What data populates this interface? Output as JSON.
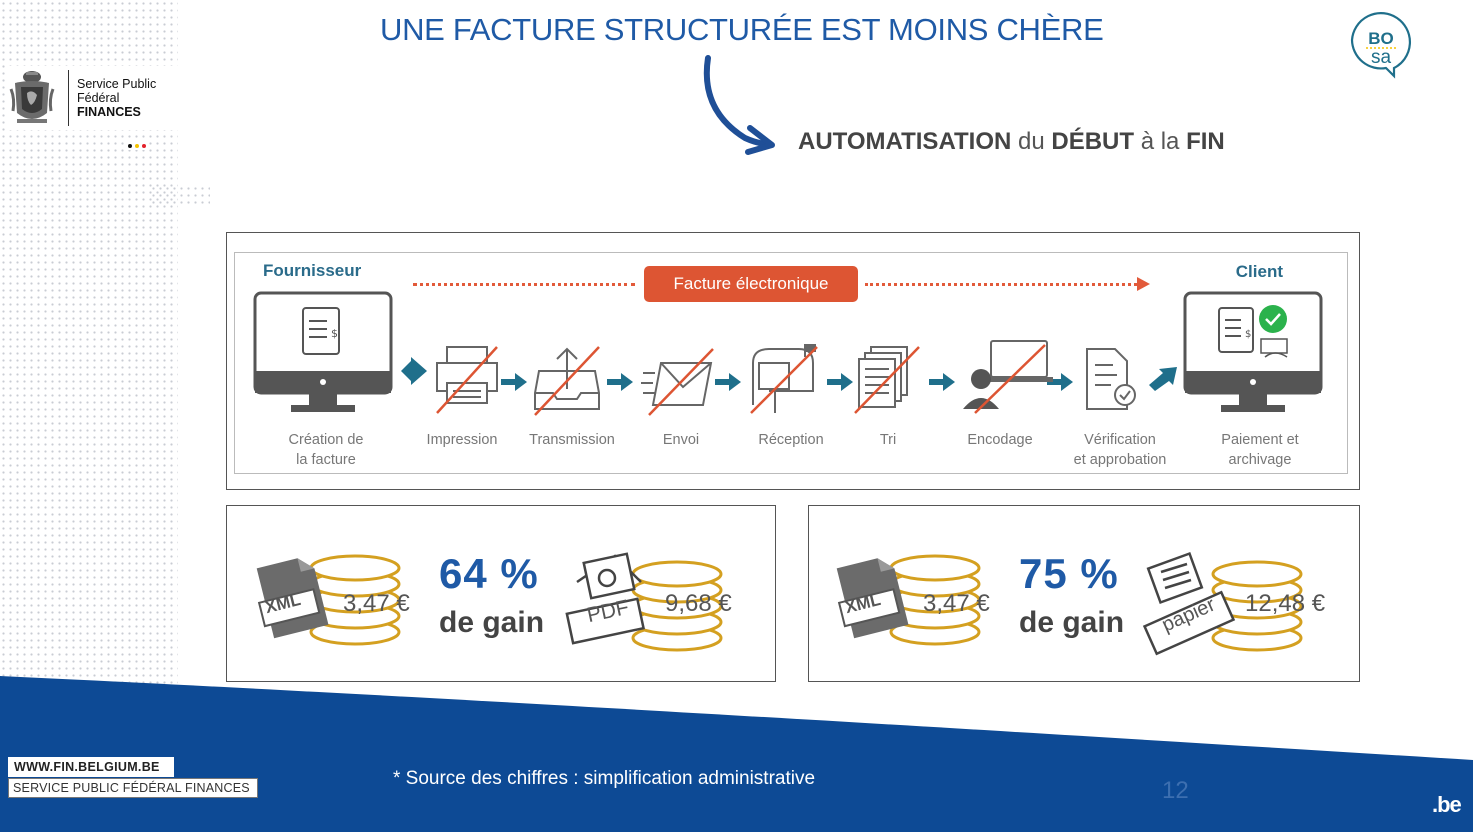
{
  "header": {
    "org_line1": "Service Public",
    "org_line2": "Fédéral",
    "org_line3": "FINANCES",
    "title": "UNE FACTURE STRUCTURÉE EST MOINS CHÈRE",
    "subtitle_parts": [
      "AUTOMATISATION",
      " du ",
      "DÉBUT",
      " à la ",
      "FIN"
    ],
    "bosa_top": "BO",
    "bosa_bottom": "sa"
  },
  "process": {
    "supplier_label": "Fournisseur",
    "client_label": "Client",
    "banner_label": "Facture électronique",
    "steps": [
      {
        "line1": "Création de",
        "line2": "la facture",
        "icon": "computer-invoice-icon"
      },
      {
        "line1": "Impression",
        "line2": "",
        "icon": "printer-crossed-icon"
      },
      {
        "line1": "Transmission",
        "line2": "",
        "icon": "outbox-crossed-icon"
      },
      {
        "line1": "Envoi",
        "line2": "",
        "icon": "envelope-crossed-icon"
      },
      {
        "line1": "Réception",
        "line2": "",
        "icon": "mailbox-crossed-icon"
      },
      {
        "line1": "Tri",
        "line2": "",
        "icon": "documents-crossed-icon"
      },
      {
        "line1": "Encodage",
        "line2": "",
        "icon": "user-computer-crossed-icon"
      },
      {
        "line1": "Vérification",
        "line2": "et approbation",
        "icon": "document-check-icon"
      },
      {
        "line1": "Paiement et",
        "line2": "archivage",
        "icon": "computer-payment-icon"
      }
    ],
    "accent_color": "#dd5533",
    "icon_color": "#555555",
    "arrow_color": "#1f6f8b"
  },
  "comparisons": [
    {
      "structured_format": "XML",
      "structured_cost": "3,47 €",
      "percent": "64 %",
      "gain_label": "de gain",
      "other_format": "PDF",
      "other_cost": "9,68 €"
    },
    {
      "structured_format": "XML",
      "structured_cost": "3,47 €",
      "percent": "75 %",
      "gain_label": "de gain",
      "other_format": "papier",
      "other_cost": "12,48 €"
    }
  ],
  "footer": {
    "website": "WWW.FIN.BELGIUM.BE",
    "org_name": "SERVICE PUBLIC FÉDÉRAL FINANCES",
    "source_note": "* Source des chiffres : simplification administrative",
    "page_number": "12",
    "be_logo": ".be"
  },
  "colors": {
    "brand_blue": "#1f5aa6",
    "band_blue": "#0d4a95",
    "coin_gold": "#d4a020",
    "flag": [
      "#111111",
      "#f5c400",
      "#e3222b"
    ]
  }
}
